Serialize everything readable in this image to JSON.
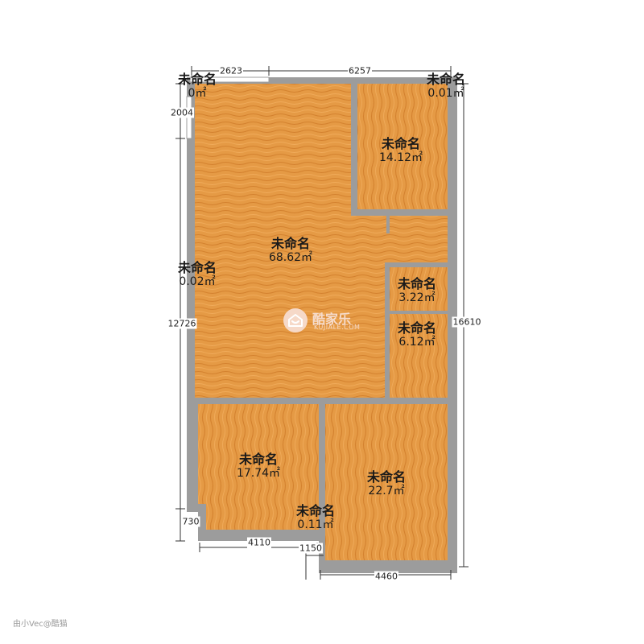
{
  "rooms": [
    {
      "name": "未命名",
      "area": "0㎡"
    },
    {
      "name": "未命名",
      "area": "0.01㎡"
    },
    {
      "name": "未命名",
      "area": "14.12㎡"
    },
    {
      "name": "未命名",
      "area": "68.62㎡"
    },
    {
      "name": "未命名",
      "area": "0.02㎡"
    },
    {
      "name": "未命名",
      "area": "3.22㎡"
    },
    {
      "name": "未命名",
      "area": "6.12㎡"
    },
    {
      "name": "未命名",
      "area": "17.74㎡"
    },
    {
      "name": "未命名",
      "area": "22.7㎡"
    },
    {
      "name": "未命名",
      "area": "0.11㎡"
    }
  ],
  "dimensions": {
    "top_left": "2623",
    "top_right": "6257",
    "left_upper": "2004",
    "left_main": "12726",
    "left_bottom": "730",
    "right_total": "16610",
    "bottom_left": "4110",
    "bottom_mid": "1150",
    "bottom_right": "4460"
  },
  "logo": {
    "cn": "酷家乐",
    "en": "KUJIALE.COM"
  },
  "source": "由小Vec@酷猫"
}
